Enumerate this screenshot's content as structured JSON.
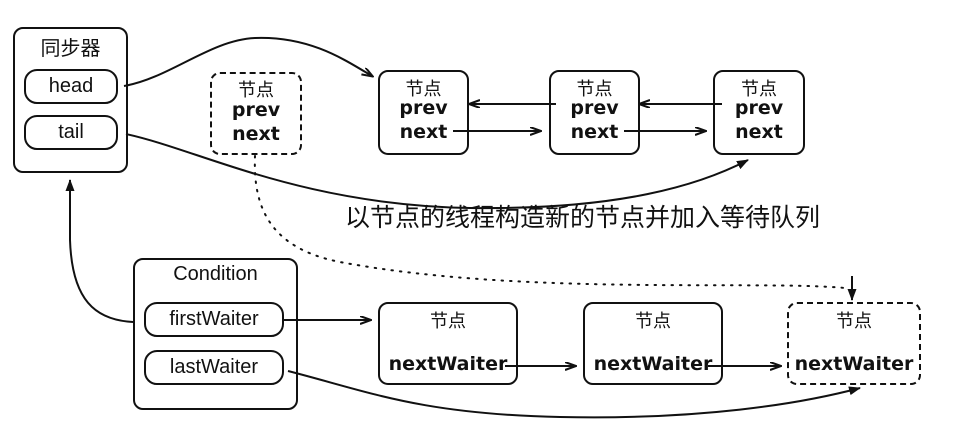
{
  "diagram": {
    "title_caption": "以节点的线程构造新的节点并加入等待队列",
    "sync": {
      "title": "同步器",
      "fields": [
        {
          "label": "head"
        },
        {
          "label": "tail"
        }
      ]
    },
    "condition": {
      "title": "Condition",
      "fields": [
        {
          "label": "firstWaiter"
        },
        {
          "label": "lastWaiter"
        }
      ]
    },
    "pending_node": {
      "title": "节点",
      "prev": "prev",
      "next": "next"
    },
    "queue_nodes": [
      {
        "title": "节点",
        "prev": "prev",
        "next": "next"
      },
      {
        "title": "节点",
        "prev": "prev",
        "next": "next"
      },
      {
        "title": "节点",
        "prev": "prev",
        "next": "next"
      }
    ],
    "waiter_nodes": [
      {
        "title": "节点",
        "field": "nextWaiter",
        "dashed": false
      },
      {
        "title": "节点",
        "field": "nextWaiter",
        "dashed": false
      },
      {
        "title": "节点",
        "field": "nextWaiter",
        "dashed": true
      }
    ],
    "colors": {
      "stroke": "#111111",
      "background": "#ffffff",
      "text": "#111111"
    }
  }
}
